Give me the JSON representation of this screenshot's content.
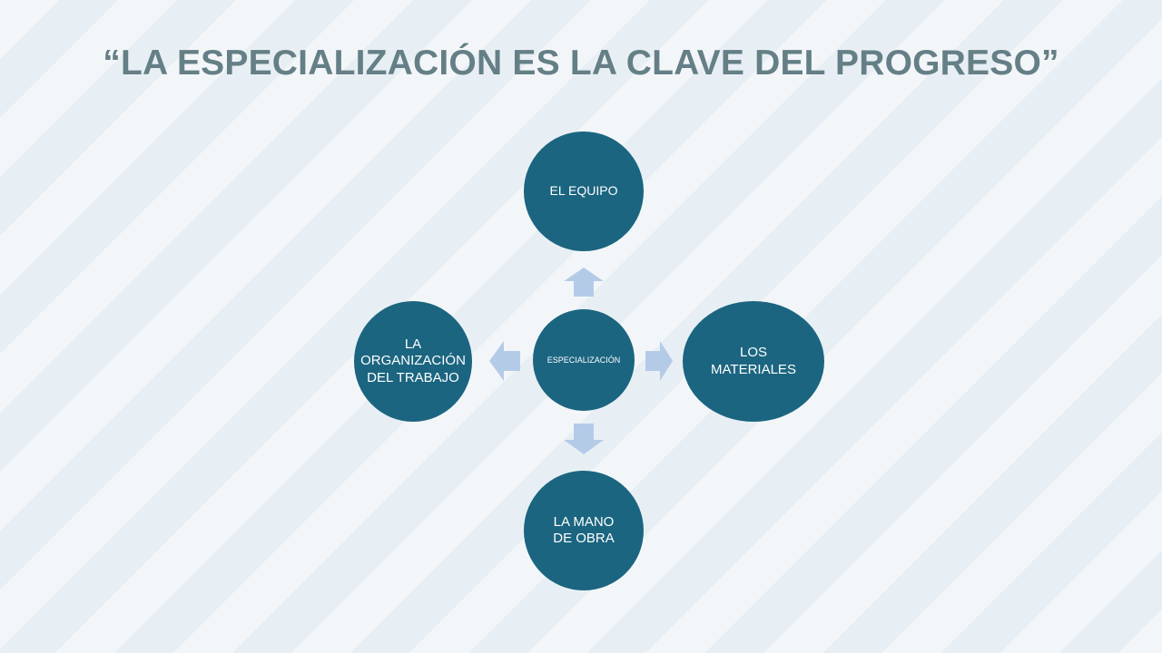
{
  "slide": {
    "title": "“LA ESPECIALIZACIÓN ES LA CLAVE DEL PROGRESO”"
  },
  "diagram": {
    "type": "radial",
    "center": {
      "label": "ESPECIALIZACIÓN"
    },
    "nodes": {
      "top": {
        "label": "EL EQUIPO"
      },
      "right": {
        "label": "LOS MATERIALES"
      },
      "bottom": {
        "label": "LA MANO DE OBRA"
      },
      "left": {
        "label": "LA ORGANIZACIÓN DEL TRABAJO"
      }
    },
    "colors": {
      "node_fill": "#1b6580",
      "node_text": "#ffffff",
      "arrow_fill": "#b4cbe8",
      "title_text": "#657f86"
    }
  }
}
